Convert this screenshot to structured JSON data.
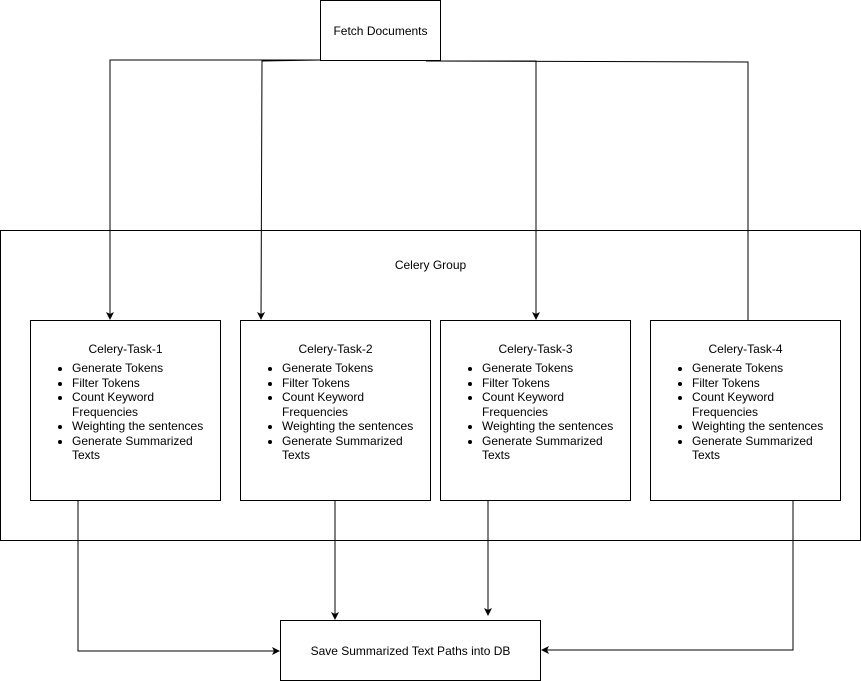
{
  "fetch": {
    "label": "Fetch Documents"
  },
  "group": {
    "label": "Celery Group"
  },
  "tasks": [
    {
      "title": "Celery-Task-1",
      "steps": [
        "Generate Tokens",
        "Filter Tokens",
        "Count Keyword Frequencies",
        "Weighting the sentences",
        "Generate Summarized Texts"
      ]
    },
    {
      "title": "Celery-Task-2",
      "steps": [
        "Generate Tokens",
        "Filter Tokens",
        "Count Keyword Frequencies",
        "Weighting the sentences",
        "Generate Summarized Texts"
      ]
    },
    {
      "title": "Celery-Task-3",
      "steps": [
        "Generate Tokens",
        "Filter Tokens",
        "Count Keyword Frequencies",
        "Weighting the sentences",
        "Generate Summarized Texts"
      ]
    },
    {
      "title": "Celery-Task-4",
      "steps": [
        "Generate Tokens",
        "Filter Tokens",
        "Count Keyword Frequencies",
        "Weighting the sentences",
        "Generate Summarized Texts"
      ]
    }
  ],
  "save": {
    "label": "Save Summarized Text Paths into DB"
  }
}
